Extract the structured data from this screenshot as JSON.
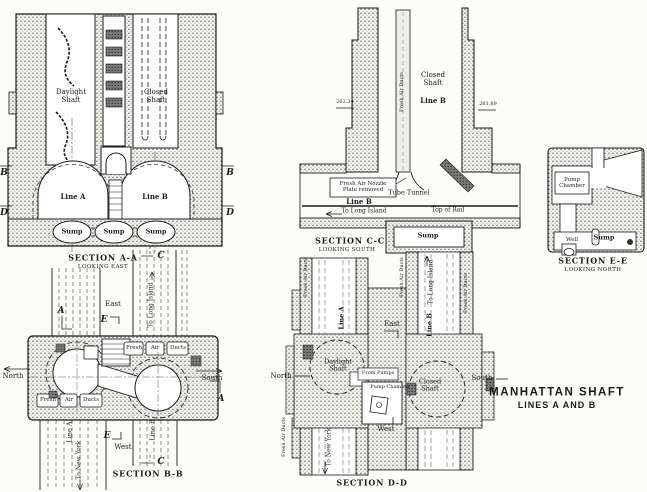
{
  "drawing_title": {
    "line1": "MANHATTAN SHAFT",
    "line2": "LINES A AND B"
  },
  "colors": {
    "ink": "#1a1a1a",
    "paper": "#fcfcf9"
  },
  "section_aa": {
    "title": "SECTION A-A",
    "view": "LOOKING EAST",
    "daylight_shaft": "Daylight Shaft",
    "closed_shaft": "Closed Shaft",
    "line_a": "Line A",
    "line_b": "Line B",
    "sump": "Sump",
    "marker_b": "B",
    "marker_d": "D"
  },
  "section_bb": {
    "title": "SECTION B-B",
    "north": "North",
    "south": "South",
    "east": "East",
    "west": "West",
    "to_long_island": "To Long Island",
    "to_new_york": "To New York",
    "line_a": "Line A",
    "line_b": "Line B",
    "duct_boxes": [
      "Fresh",
      "Air",
      "Ducts"
    ],
    "marker_a": "A",
    "marker_e": "E",
    "marker_c": "C"
  },
  "section_cc": {
    "title": "SECTION C-C",
    "view": "LOOKING SOUTH",
    "closed_shaft": "Closed Shaft",
    "shaft_line": "Line B",
    "fresh_air_ducts": "Fresh Air Ducts",
    "elevation_left": "262.34",
    "elevation_right": "261.89",
    "nozzle_note": "Fresh Air Nozzle Plate removed",
    "tube_tunnel": "Tube Tunnel",
    "line_b": "Line B",
    "to_long_island": "To Long Island",
    "top_of_rail": "Top of Rail",
    "sump": "Sump"
  },
  "section_dd": {
    "title": "SECTION D-D",
    "north": "North",
    "south": "South",
    "east": "East",
    "west": "West",
    "line_a": "Line A",
    "line_b": "Line B",
    "to_long_island": "To Long Island",
    "to_new_york": "To New York",
    "daylight_shaft": "Daylight Shaft",
    "closed_shaft": "Closed Shaft",
    "from_pumps": "From Pumps",
    "pump_chamber": "Pump Chamber",
    "fresh_air_ducts": "Fresh Air Ducts"
  },
  "section_ee": {
    "title": "SECTION E-E",
    "view": "LOOKING NORTH",
    "pump_chamber": "Pump Chamber",
    "well": "Well",
    "sump": "Sump"
  }
}
